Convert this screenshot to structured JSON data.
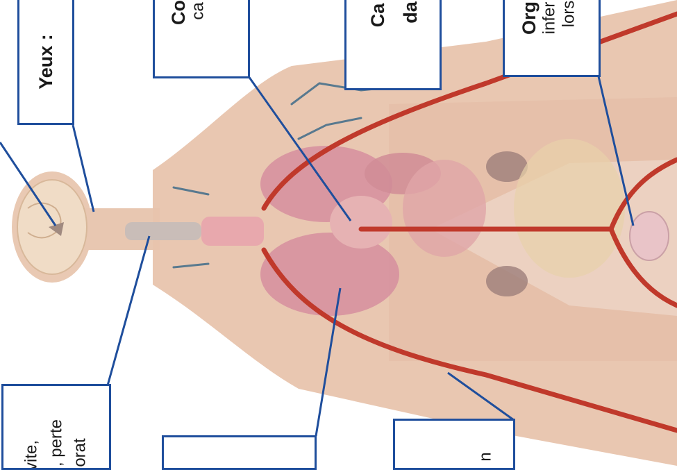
{
  "labels": {
    "eyes": "Yeux :",
    "heart_bold": "Co",
    "heart_normal": "ca",
    "vessels_bold": "Ca",
    "vessels_bold2": "da",
    "organs_bold": "Org",
    "organs_normal1": "infer",
    "organs_normal2": "lors",
    "lower_left_line1": "vite,",
    "lower_left_line2": ", perte",
    "lower_left_line3": "orat",
    "lower_right_fragment": "n"
  },
  "colors": {
    "box_border": "#1f4e9c",
    "leader": "#1f4e9c",
    "skin": "#e8c8b3",
    "artery": "#c0392b",
    "vein": "#3f6c8a",
    "lung": "#d78da0",
    "brain": "#efdcc4"
  }
}
